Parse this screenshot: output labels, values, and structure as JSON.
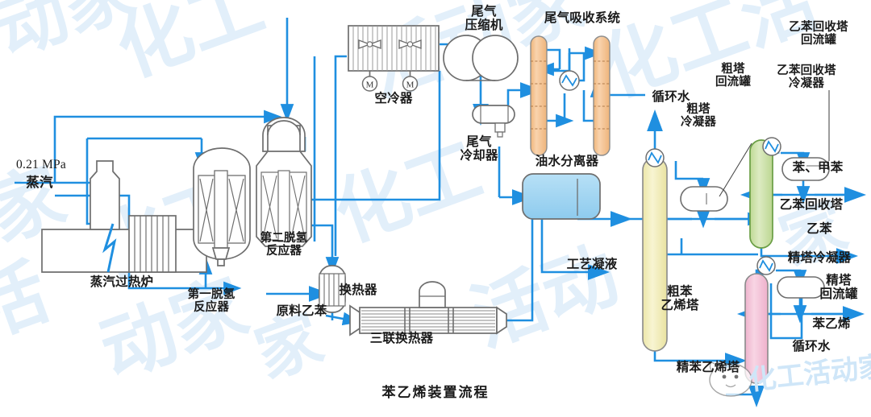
{
  "figure": {
    "title": "苯乙烯装置流程",
    "title_en_meaning": "Styrene Unit Process Flow",
    "background": "#ffffff",
    "line_color": "#1f8fe0",
    "equipment_outline": "#6b6b6b",
    "text_color": "#1a1a1a"
  },
  "colors": {
    "pipe_blue": "#1f8fe0",
    "absorber_peach": "#f6c79b",
    "separator_blue": "#a5d8f3",
    "crude_tower_yellow": "#f3f0bd",
    "recovery_tower_green": "#cfe3a5",
    "refining_tower_pink": "#f3c3d7",
    "outline_gray": "#6e6e6e",
    "green_outline": "#5f9e3f",
    "watermark": "#e4f1fb"
  },
  "labels": {
    "steam_pressure": "0.21 MPa",
    "steam": "蒸汽",
    "steam_superheater": "蒸汽过热炉",
    "first_dehydrogenation_reactor": "第一脱氢\n反应器",
    "second_dehydrogenation_reactor": "第二脱氢\n反应器",
    "air_cooler": "空冷器",
    "tail_gas_compressor": "尾气\n压缩机",
    "tail_gas_cooler": "尾气\n冷却器",
    "tail_gas_absorption_system": "尾气吸收系统",
    "oil_water_separator": "油水分离器",
    "process_condensate": "工艺凝液",
    "heat_exchanger": "换热器",
    "feed_ethylbenzene": "原料乙苯",
    "triple_heat_exchanger": "三联换热器",
    "circulating_water_left": "循环水",
    "crude_tower_condenser": "粗塔\n冷凝器",
    "crude_tower_reflux_drum": "粗塔\n回流罐",
    "crude_styrene_tower": "粗苯\n乙烯塔",
    "eb_recovery_tower_condenser": "乙苯回收塔\n冷凝器",
    "eb_recovery_tower_reflux_drum": "乙苯回收塔\n回流罐",
    "benzene_toluene": "苯、甲苯",
    "eb_recovery_tower": "乙苯回收塔",
    "ethylbenzene": "乙苯",
    "refining_tower_condenser": "精塔冷凝器",
    "refining_tower_reflux_drum": "精塔\n回流罐",
    "styrene": "苯乙烯",
    "circulating_water_right": "循环水",
    "refined_styrene_tower": "精苯乙烯塔"
  },
  "motors": [
    {
      "name": "air-cooler-fan-motor-1",
      "symbol": "M"
    },
    {
      "name": "air-cooler-fan-motor-2",
      "symbol": "M"
    }
  ],
  "equipment": [
    {
      "id": "steam-superheater",
      "label": "蒸汽过热炉",
      "type": "fired-heater"
    },
    {
      "id": "first-dehydrogenation-reactor",
      "label": "第一脱氢反应器",
      "type": "reactor"
    },
    {
      "id": "second-dehydrogenation-reactor",
      "label": "第二脱氢反应器",
      "type": "reactor"
    },
    {
      "id": "air-cooler",
      "label": "空冷器",
      "type": "air-cooler"
    },
    {
      "id": "tail-gas-compressor",
      "label": "尾气压缩机",
      "type": "compressor"
    },
    {
      "id": "tail-gas-cooler",
      "label": "尾气冷却器",
      "type": "cooler"
    },
    {
      "id": "tail-gas-absorber-1",
      "label": "尾气吸收系统",
      "type": "absorber"
    },
    {
      "id": "tail-gas-absorber-2",
      "label": "尾气吸收系统",
      "type": "absorber"
    },
    {
      "id": "oil-water-separator",
      "label": "油水分离器",
      "type": "separator"
    },
    {
      "id": "feed-heat-exchanger",
      "label": "换热器",
      "type": "heat-exchanger"
    },
    {
      "id": "triple-heat-exchanger",
      "label": "三联换热器",
      "type": "heat-exchanger"
    },
    {
      "id": "crude-styrene-tower",
      "label": "粗苯乙烯塔",
      "type": "column"
    },
    {
      "id": "crude-tower-condenser",
      "label": "粗塔冷凝器",
      "type": "condenser"
    },
    {
      "id": "crude-tower-reflux-drum",
      "label": "粗塔回流罐",
      "type": "drum"
    },
    {
      "id": "eb-recovery-tower",
      "label": "乙苯回收塔",
      "type": "column"
    },
    {
      "id": "eb-recovery-tower-condenser",
      "label": "乙苯回收塔冷凝器",
      "type": "condenser"
    },
    {
      "id": "eb-recovery-tower-reflux-drum",
      "label": "乙苯回收塔回流罐",
      "type": "drum"
    },
    {
      "id": "refined-styrene-tower",
      "label": "精苯乙烯塔",
      "type": "column"
    },
    {
      "id": "refining-tower-condenser",
      "label": "精塔冷凝器",
      "type": "condenser"
    },
    {
      "id": "refining-tower-reflux-drum",
      "label": "精塔回流罐",
      "type": "drum"
    }
  ],
  "streams": [
    {
      "id": "steam-inlet",
      "label": "0.21 MPa 蒸汽"
    },
    {
      "id": "feed-ethylbenzene",
      "label": "原料乙苯"
    },
    {
      "id": "process-condensate",
      "label": "工艺凝液"
    },
    {
      "id": "benzene-toluene-product",
      "label": "苯、甲苯"
    },
    {
      "id": "ethylbenzene-recycle",
      "label": "乙苯"
    },
    {
      "id": "styrene-product",
      "label": "苯乙烯"
    },
    {
      "id": "circulating-water-crude",
      "label": "循环水"
    },
    {
      "id": "circulating-water-refining",
      "label": "循环水"
    }
  ]
}
